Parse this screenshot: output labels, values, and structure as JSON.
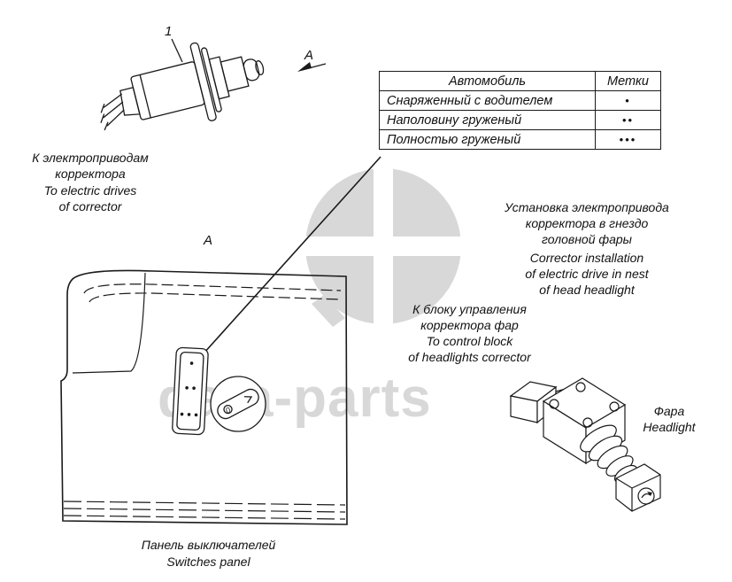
{
  "watermark": {
    "text": "data-parts"
  },
  "table": {
    "headers": {
      "car": "Автомобиль",
      "marks": "Метки"
    },
    "rows": [
      {
        "car": "Снаряженный с водителем",
        "marks": "•"
      },
      {
        "car": "Наполовину груженый",
        "marks": "••"
      },
      {
        "car": "Полностью груженый",
        "marks": "•••"
      }
    ]
  },
  "callouts": {
    "part_number": "1",
    "view_arrow": "А",
    "view_label": "А",
    "knob_zero": "0"
  },
  "labels": {
    "drives_ru": "К электроприводам\nкорректора",
    "drives_en": "To electric drives\nof corrector",
    "install_ru": "Установка электропривода\nкорректора в гнездо\nголовной фары",
    "install_en": "Corrector installation\nof electric drive in nest\nof head headlight",
    "control_ru": "К блоку управления\nкорректора фар",
    "control_en": "To control block\nof headlights corrector",
    "headlight_ru": "Фара",
    "headlight_en": "Headlight",
    "panel_ru": "Панель выключателей",
    "panel_en": "Switches panel"
  }
}
